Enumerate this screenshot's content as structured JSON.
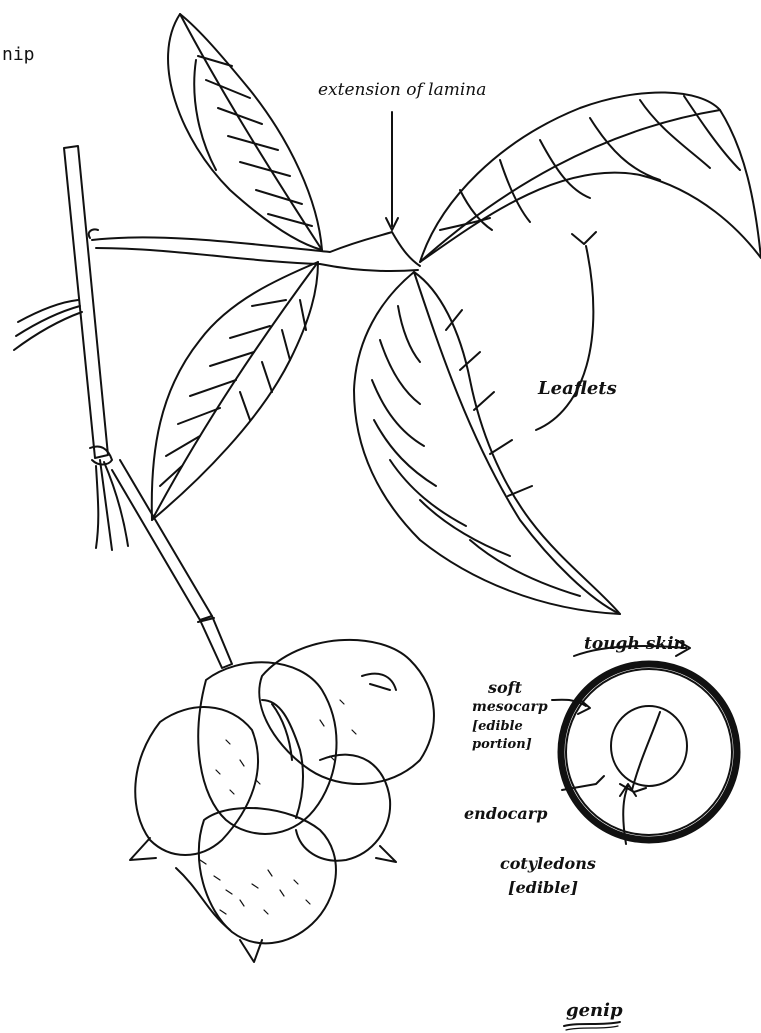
{
  "header": {
    "text": "nip"
  },
  "labels": {
    "extension": "extension of lamina",
    "leaflets": "Leaflets",
    "tough_skin": "tough skin",
    "soft": "soft",
    "mesocarp": "mesocarp",
    "edible_portion_1": "[edible",
    "edible_portion_2": "portion]",
    "endocarp": "endocarp",
    "cotyledons": "cotyledons",
    "edible": "[edible]",
    "caption": "genip"
  },
  "colors": {
    "ink": "#111111",
    "paper": "#ffffff"
  }
}
